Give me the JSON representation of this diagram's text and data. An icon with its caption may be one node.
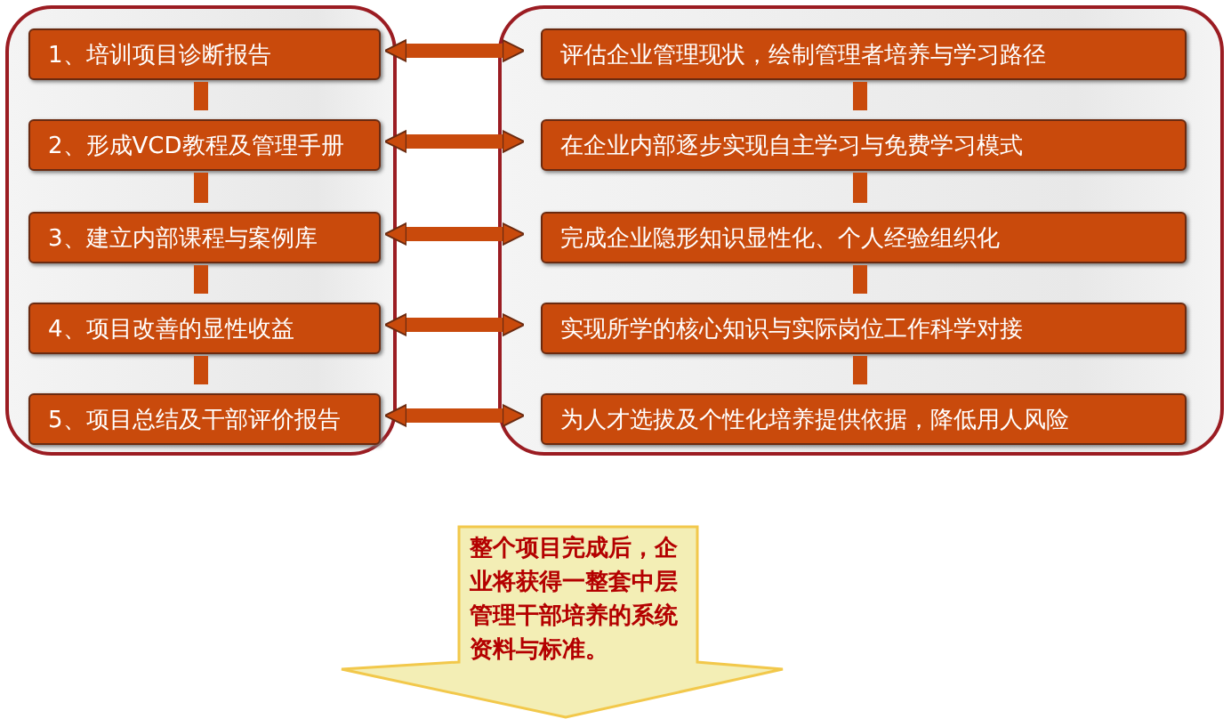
{
  "diagram": {
    "nodes": [
      {
        "text": [],
        "shape": "box"
      },
      {
        "text": [
          "1、培训项目诊断报告"
        ],
        "in": 0
      },
      {
        "text": [
          "2、形成VCD教程及管理手册"
        ],
        "in": 0
      },
      {
        "text": [
          "3、建立内部课程与案例库"
        ],
        "in": 0
      },
      {
        "text": [
          "4、项目改善的显性收益"
        ],
        "in": 0
      },
      {
        "text": [
          "5、项目总结及干部评价报告"
        ],
        "in": 0
      },
      {
        "text": [],
        "shape": "box"
      },
      {
        "text": [
          "评估企业管理现状，绘制管理者培养与学习路径"
        ],
        "in": 6
      },
      {
        "text": [
          "在企业内部逐步实现自主学习与免费学习模式"
        ],
        "in": 6
      },
      {
        "text": [
          "完成企业隐形知识显性化、个人经验组织化"
        ],
        "in": 6
      },
      {
        "text": [
          "实现所学的核心知识与实际岗位工作科学对接"
        ],
        "in": 6
      },
      {
        "text": [
          "为人才选拔及个性化培养提供依据，降低用人风险"
        ],
        "in": 6
      },
      {
        "text": [
          "整个项目完成后，企业将获得一整套中层管理干部培养的系统资料与标准。"
        ]
      }
    ],
    "edges": [
      {
        "from": 1,
        "to": 2,
        "arrow": "none"
      },
      {
        "from": 2,
        "to": 3,
        "arrow": "none"
      },
      {
        "from": 3,
        "to": 4,
        "arrow": "none"
      },
      {
        "from": 4,
        "to": 5,
        "arrow": "none"
      },
      {
        "from": 7,
        "to": 8,
        "arrow": "none"
      },
      {
        "from": 8,
        "to": 9,
        "arrow": "none"
      },
      {
        "from": 9,
        "to": 10,
        "arrow": "none"
      },
      {
        "from": 10,
        "to": 11,
        "arrow": "none"
      },
      {
        "from": 1,
        "to": 7,
        "arrow": "both"
      },
      {
        "from": 2,
        "to": 8,
        "arrow": "both"
      },
      {
        "from": 3,
        "to": 9,
        "arrow": "both"
      },
      {
        "from": 4,
        "to": 10,
        "arrow": "both"
      },
      {
        "from": 5,
        "to": 11,
        "arrow": "both"
      }
    ]
  }
}
